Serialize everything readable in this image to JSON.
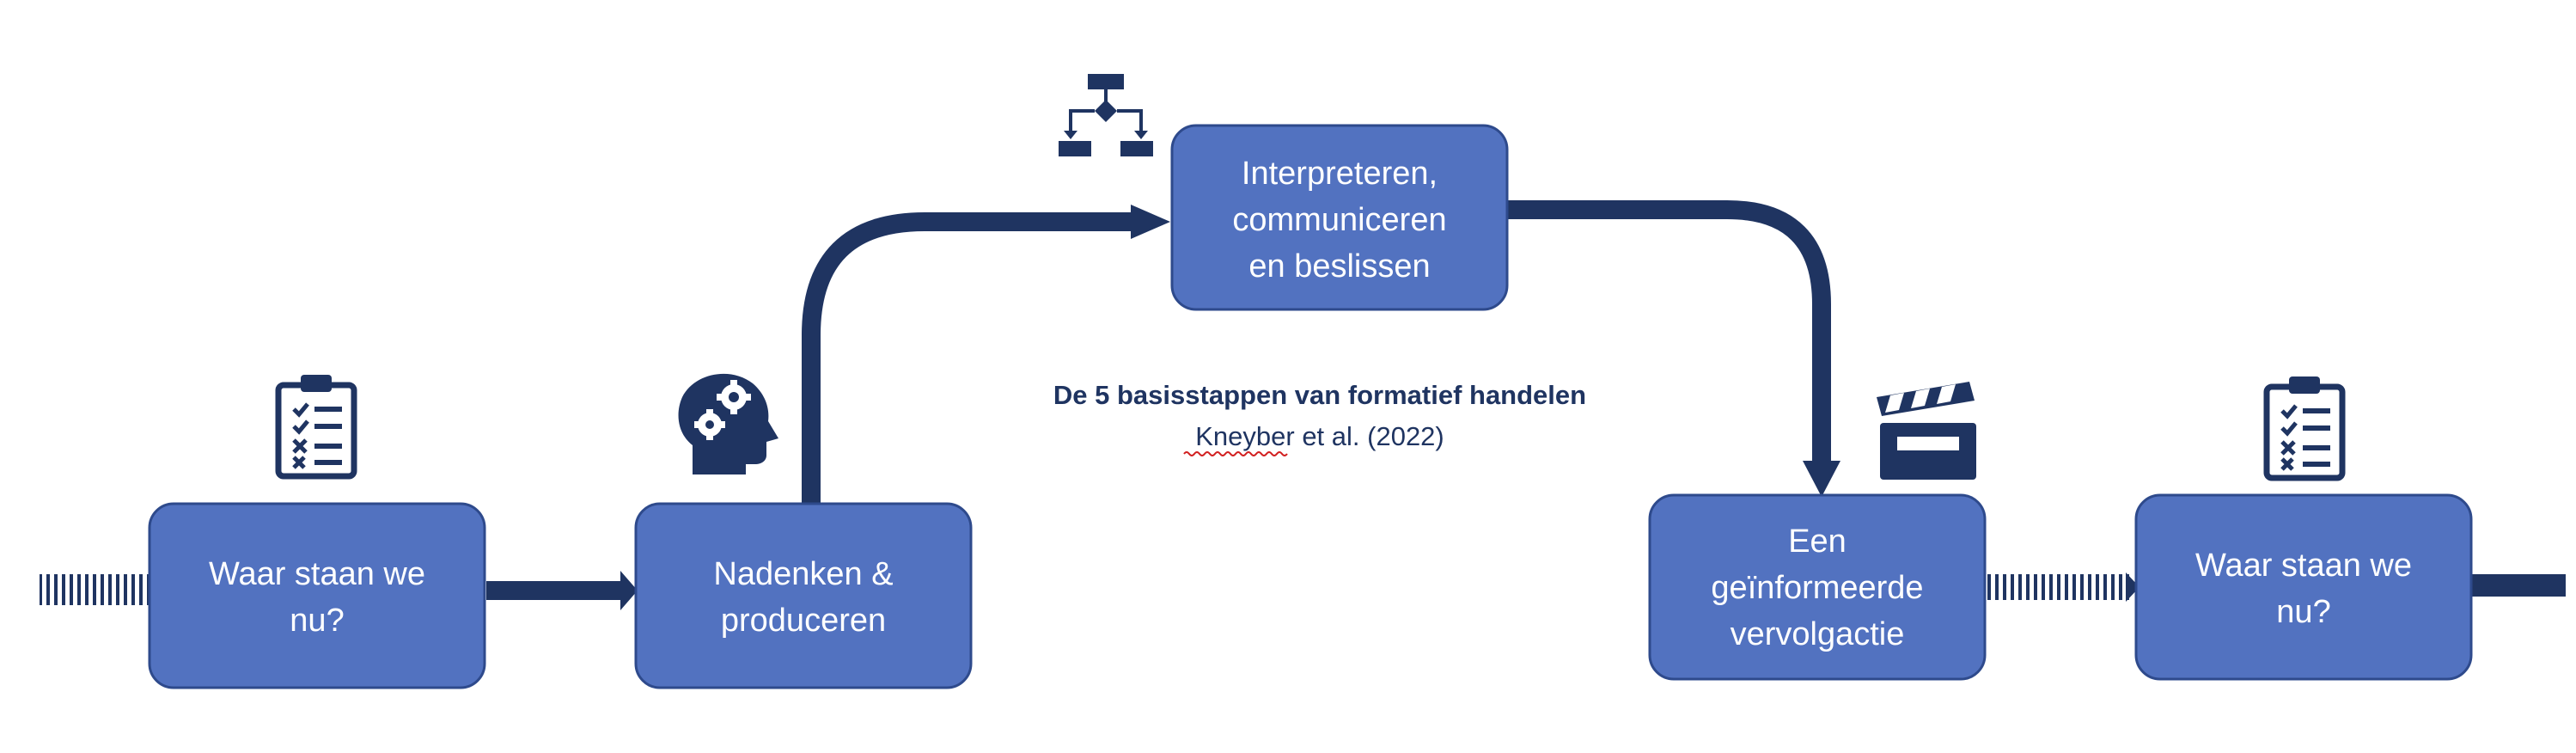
{
  "colors": {
    "box_fill": "#5272c0",
    "box_stroke": "#2e4a8c",
    "arrow": "#1f3461",
    "icon": "#1f3461",
    "text_on_box": "#ffffff",
    "spellcheck_underline": "#d22020"
  },
  "steps": [
    {
      "line1": "Waar staan we",
      "line2": "nu?",
      "icon": "clipboard-checklist-icon"
    },
    {
      "line1": "Nadenken &",
      "line2": "produceren",
      "icon": "head-gears-icon"
    },
    {
      "line1": "Interpreteren,",
      "line2": "communiceren",
      "line3": "en beslissen",
      "icon": "flowchart-icon"
    },
    {
      "line1": "Een",
      "line2": "geïnformeerde",
      "line3": "vervolgactie",
      "icon": "clapperboard-icon"
    },
    {
      "line1": "Waar staan we",
      "line2": "nu?",
      "icon": "clipboard-checklist-icon"
    }
  ],
  "caption": {
    "title": "De 5 basisstappen van formatief handelen",
    "author": "Kneyber",
    "rest": " et al. (2022)"
  }
}
